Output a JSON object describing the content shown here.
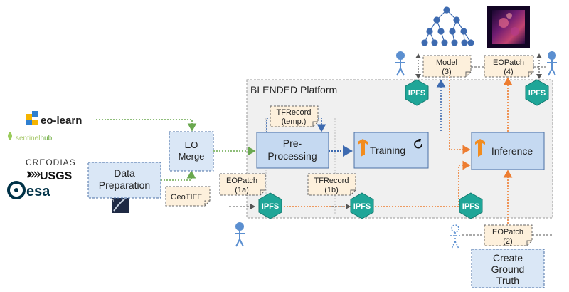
{
  "platform": {
    "title": "BLENDED Platform"
  },
  "logos": {
    "eolearn": "eo-learn",
    "sentinelhub_a": "sentinel",
    "sentinelhub_b": "hub",
    "creodias": "CREODIAS",
    "usgs": "USGS",
    "esa": "esa",
    "snap": "SNAP"
  },
  "nodes": {
    "eo_merge": [
      "EO",
      "Merge"
    ],
    "data_preparation": [
      "Data",
      "Preparation"
    ],
    "preprocessing": [
      "Pre-",
      "Processing"
    ],
    "training": "Training",
    "inference": "Inference",
    "create_ground_truth": [
      "Create",
      "Ground",
      "Truth"
    ]
  },
  "notes": {
    "geotiff": "GeoTIFF",
    "tfrecord_temp": [
      "TFRecord",
      "(temp.)"
    ],
    "tfrecord_1b": [
      "TFRecord",
      "(1b)"
    ],
    "eopatch_1a": [
      "EOPatch",
      "(1a)"
    ],
    "eopatch_2": [
      "EOPatch",
      "(2)"
    ],
    "model_3": [
      "Model",
      "(3)"
    ],
    "eopatch_4": [
      "EOPatch",
      "(4)"
    ]
  },
  "ipfs_label": "IPFS",
  "colors": {
    "node_fill": "#c5d9f1",
    "node_border": "#4a6fa5",
    "note_fill": "#fdf0dc",
    "platform_fill": "#f0f0f0",
    "ipfs_fill": "#1fa698",
    "green_arrow": "#6aa84f",
    "blue_arrow": "#3d6ab0",
    "orange_arrow": "#ed7d31",
    "person": "#5b8fd0",
    "esa_blue": "#003247",
    "tf_orange": "#f28c1f"
  }
}
